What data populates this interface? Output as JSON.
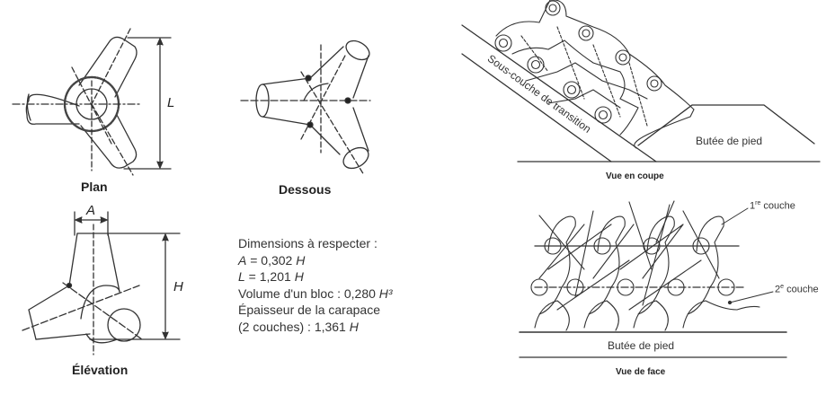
{
  "figures": {
    "plan": {
      "caption": "Plan",
      "dimension_label": "L"
    },
    "dessous": {
      "caption": "Dessous"
    },
    "elevation": {
      "caption": "Élévation",
      "dimension_top": "A",
      "dimension_side": "H"
    }
  },
  "specs": {
    "title": "Dimensions à respecter :",
    "lines": [
      {
        "var": "A",
        "op": " = 0,302 ",
        "unit": "H"
      },
      {
        "var": "L",
        "op": " = 1,201 ",
        "unit": "H"
      },
      {
        "var": "",
        "op": "Volume d'un bloc : 0,280 ",
        "unit": "H³"
      },
      {
        "var": "",
        "op": "Épaisseur de la carapace",
        "unit": ""
      },
      {
        "var": "",
        "op": "(2 couches) : 1,361 ",
        "unit": "H"
      }
    ]
  },
  "section_view": {
    "caption": "Vue en coupe",
    "underlayer_label": "Sous-couche de transition",
    "toe_label": "Butée de pied"
  },
  "front_view": {
    "caption": "Vue de face",
    "toe_label": "Butée de pied",
    "layer1_label": "1re couche",
    "layer1_base": "1",
    "layer1_sup": "re",
    "layer1_word": " couche",
    "layer2_base": "2",
    "layer2_sup": "e",
    "layer2_word": " couche"
  }
}
